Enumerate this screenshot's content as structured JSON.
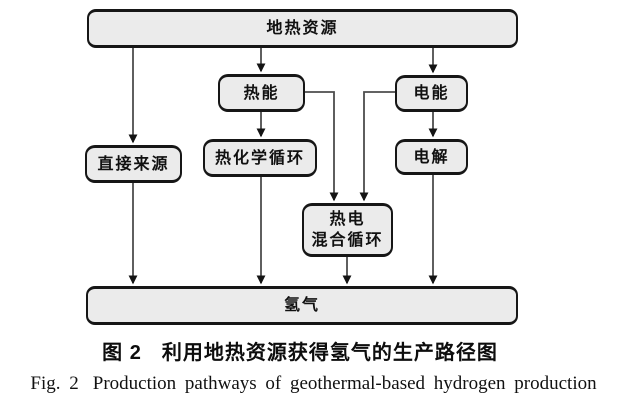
{
  "figure": {
    "nodes": {
      "geothermal_resources": "地热资源",
      "thermal_energy": "热能",
      "electric_energy": "电能",
      "direct_source": "直接来源",
      "thermochemical_cycle": "热化学循环",
      "electrolysis": "电解",
      "hybrid_cycle_line1": "热电",
      "hybrid_cycle_line2": "混合循环",
      "hydrogen": "氢气"
    },
    "caption_zh": {
      "label": "图 2",
      "text": "利用地热资源获得氢气的生产路径图"
    },
    "caption_en": {
      "label": "Fig. 2",
      "text": "Production pathways of geothermal-based hydrogen production"
    },
    "colors": {
      "box_fill": "#ebebeb",
      "box_border": "#161616",
      "connector_line": "#4d4d4d",
      "arrowhead": "#141414",
      "background": "#ffffff"
    }
  }
}
